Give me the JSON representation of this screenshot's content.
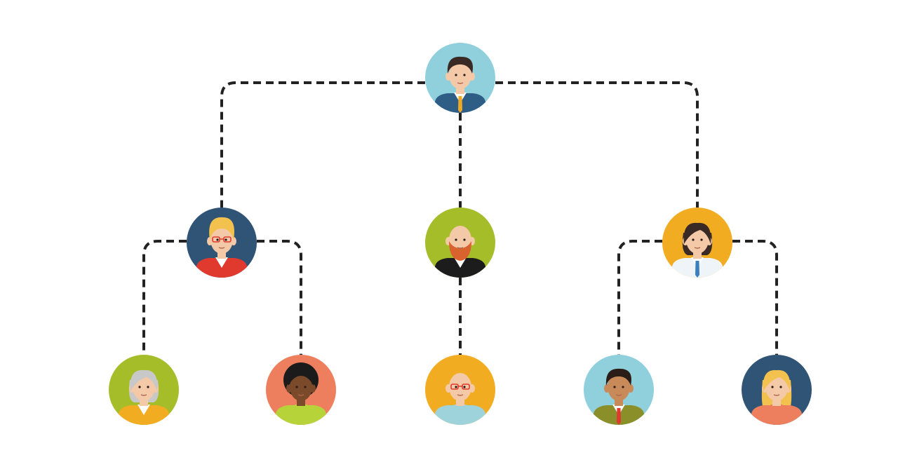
{
  "org_chart": {
    "connector_color": "#222222",
    "nodes": [
      {
        "id": "root",
        "level": 0,
        "person": "man-suit-dark-hair",
        "bg": "#8fd0dc",
        "skin": "#f4c9a8",
        "hair": "#3a2a25",
        "shirt": "#2e5d85",
        "collar": "#ffffff",
        "accent": "#f0a825",
        "hair_style": "short",
        "parent": null
      },
      {
        "id": "mid-left",
        "level": 1,
        "person": "man-blond-glasses-red-sweater",
        "bg": "#2f5476",
        "skin": "#f4c9a8",
        "hair": "#f2c14e",
        "shirt": "#e03a2f",
        "collar": "#ffffff",
        "accent": "#e03a2f",
        "hair_style": "tall",
        "glasses": true,
        "parent": "root"
      },
      {
        "id": "mid-center",
        "level": 1,
        "person": "bald-man-red-beard-black-suit",
        "bg": "#a6bd2a",
        "skin": "#f4c9a8",
        "hair": "#d8632e",
        "shirt": "#1c1c1c",
        "collar": "#ffffff",
        "accent": "#1c1c1c",
        "hair_style": "bald-beard",
        "parent": "root"
      },
      {
        "id": "mid-right",
        "level": 1,
        "person": "woman-doctor-coat",
        "bg": "#f2ac22",
        "skin": "#f4c9a8",
        "hair": "#3a2a25",
        "shirt": "#eef4f8",
        "collar": "#ffffff",
        "accent": "#3a7fc0",
        "hair_style": "bob",
        "parent": "root"
      },
      {
        "id": "bottom-1",
        "level": 2,
        "person": "older-woman-grey-hair",
        "bg": "#a6bd2a",
        "skin": "#f4c9a8",
        "hair": "#c8c8c8",
        "shirt": "#f2ac22",
        "collar": "#ffffff",
        "accent": "#f2ac22",
        "hair_style": "bob",
        "parent": "mid-left"
      },
      {
        "id": "bottom-2",
        "level": 2,
        "person": "woman-curly-hair-green-top",
        "bg": "#ee7f5e",
        "skin": "#7a4a2a",
        "hair": "#1b1b1b",
        "shirt": "#b7d33a",
        "collar": "#b7d33a",
        "accent": "#b7d33a",
        "hair_style": "curly",
        "parent": "mid-left"
      },
      {
        "id": "bottom-3",
        "level": 2,
        "person": "bald-man-glasses-light-blue",
        "bg": "#f2ac22",
        "skin": "#f4c9a8",
        "hair": "#f4c9a8",
        "shirt": "#9fd3dc",
        "collar": "#9fd3dc",
        "accent": "#9fd3dc",
        "hair_style": "bald",
        "glasses": true,
        "parent": "mid-center"
      },
      {
        "id": "bottom-4",
        "level": 2,
        "person": "man-olive-jacket-red-tie",
        "bg": "#8fd0dc",
        "skin": "#c98a5a",
        "hair": "#2a1d18",
        "shirt": "#8a8f2a",
        "collar": "#ffffff",
        "accent": "#e03a2f",
        "hair_style": "short",
        "parent": "mid-right"
      },
      {
        "id": "bottom-5",
        "level": 2,
        "person": "woman-blonde-long-hair",
        "bg": "#2f5476",
        "skin": "#f4c9a8",
        "hair": "#f2c14e",
        "shirt": "#ee7f5e",
        "collar": "#ee7f5e",
        "accent": "#ee7f5e",
        "hair_style": "long",
        "parent": "mid-right"
      }
    ]
  }
}
